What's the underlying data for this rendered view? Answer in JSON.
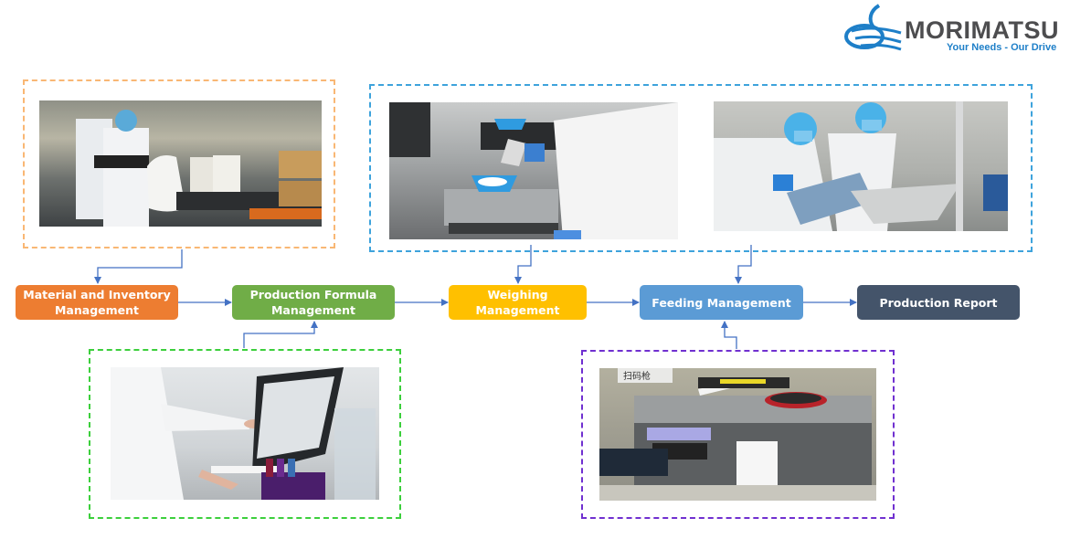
{
  "logo": {
    "brand": "MORIMATSU",
    "tagline": "Your Needs - Our Drive",
    "brand_color": "#4d4d4f",
    "accent_color": "#1e7fc8"
  },
  "process_steps": [
    {
      "label": "Material and Inventory Management",
      "color": "#ed7d31"
    },
    {
      "label": "Production Formula Management",
      "color": "#70ad47"
    },
    {
      "label": "Weighing Management",
      "color": "#ffc000"
    },
    {
      "label": "Feeding Management",
      "color": "#5b9bd5"
    },
    {
      "label": "Production Report",
      "color": "#44546a"
    }
  ],
  "photo_groups": [
    {
      "step": "Material and Inventory Management",
      "border_color": "#f9b774",
      "photos": [
        "workers-with-material-bags-photo"
      ]
    },
    {
      "step": "Weighing Management / Feeding Management",
      "border_color": "#3ea3dc",
      "photos": [
        "powder-weighing-scale-photo",
        "feeding-into-hopper-photo"
      ]
    },
    {
      "step": "Production Formula Management",
      "border_color": "#3ccf3c",
      "photos": [
        "scientist-touchscreen-photo"
      ]
    },
    {
      "step": "Feeding Management",
      "border_color": "#7030d0",
      "photos": [
        "label-printer-scanner-photo"
      ]
    }
  ],
  "connector_color": "#4472c4"
}
